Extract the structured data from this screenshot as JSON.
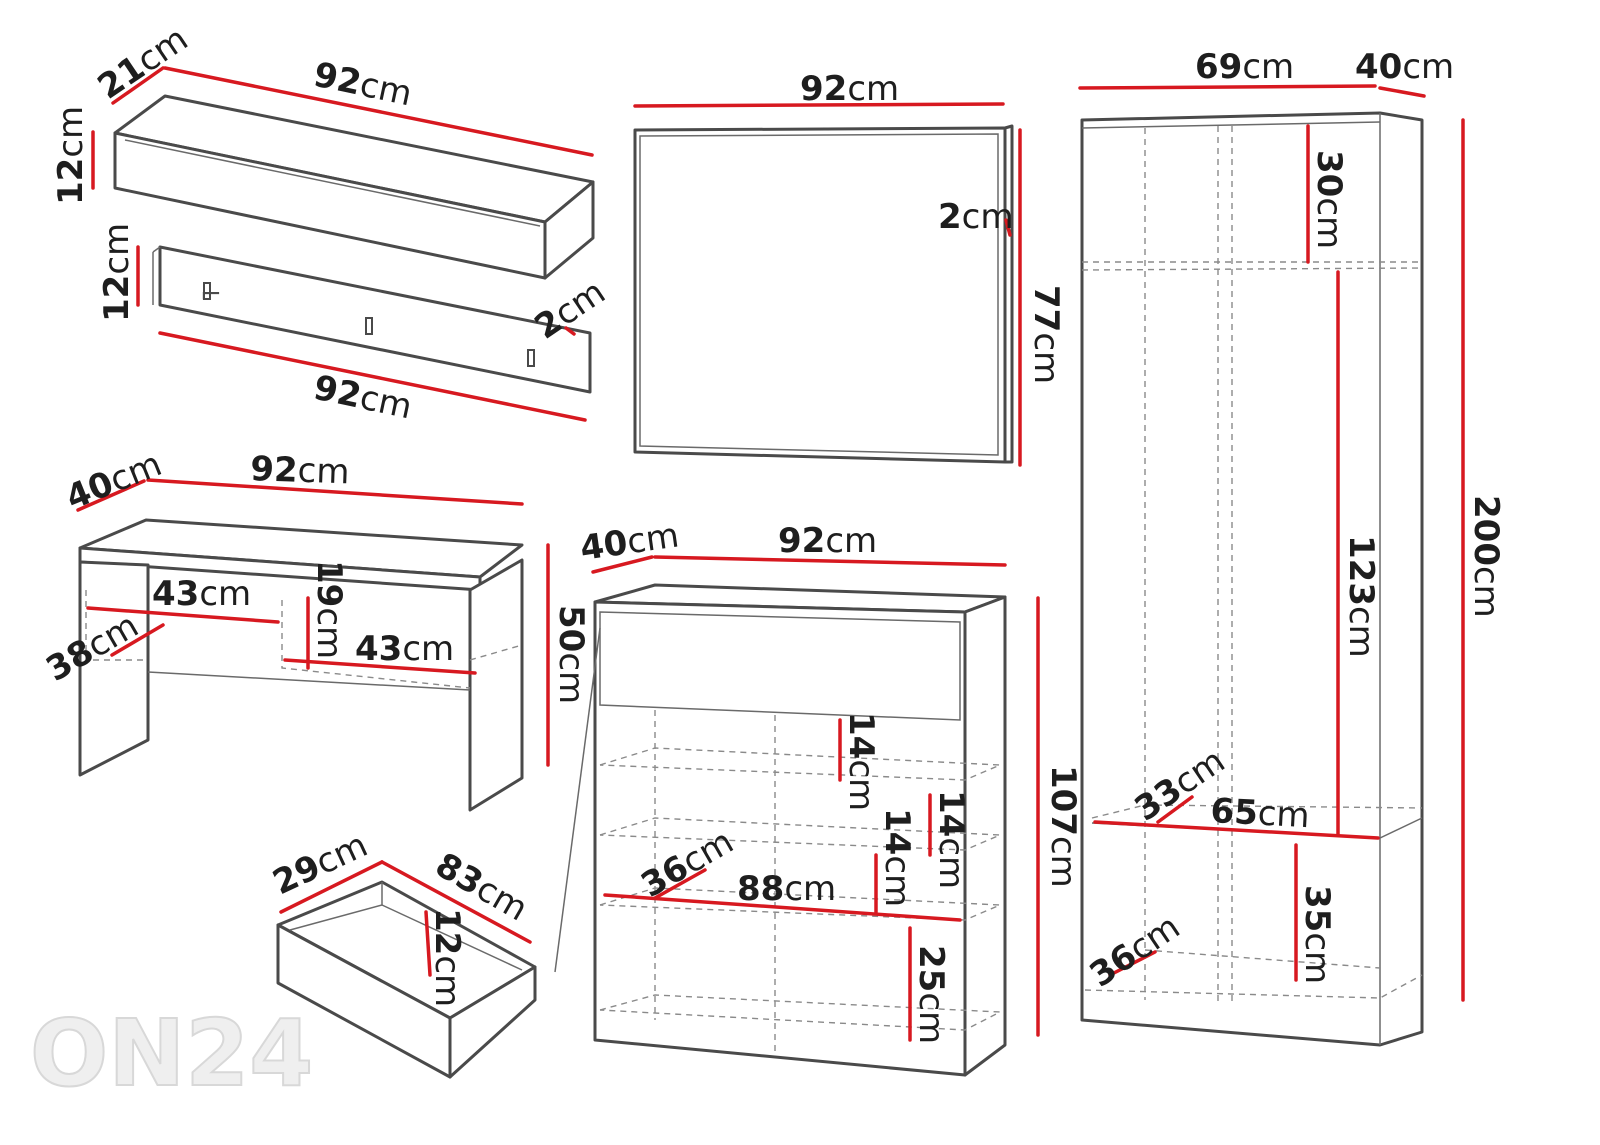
{
  "brand": {
    "watermark": "ON24"
  },
  "colors": {
    "dimension_line": "#d71920",
    "outline": "#4a4a4a",
    "text": "#1e1e1e"
  },
  "wall_shelf": {
    "width": "92",
    "depth": "21",
    "height": "12",
    "unit": "cm"
  },
  "coat_rack": {
    "width": "92",
    "height": "12",
    "thickness": "2",
    "unit": "cm"
  },
  "mirror": {
    "width": "92",
    "height": "77",
    "thickness": "2",
    "unit": "cm"
  },
  "wardrobe": {
    "width": "69",
    "depth": "40",
    "height": "200",
    "top_shelf": "30",
    "hanging": "123",
    "shelf_depth": "33",
    "inner_width": "65",
    "shoe_depth": "36",
    "shoe_height": "35",
    "unit": "cm"
  },
  "console": {
    "width": "92",
    "depth": "40",
    "height": "50",
    "drawer_width_left": "43",
    "drawer_depth": "38",
    "drawer_height": "19",
    "drawer_width_right": "43",
    "unit": "cm"
  },
  "shoe_cabinet": {
    "width": "92",
    "depth": "40",
    "height": "107",
    "inner_width": "88",
    "shelf_depth": "36",
    "gap_top": "14",
    "gap_right": "14",
    "gap_mid": "14",
    "gap_bottom": "25",
    "unit": "cm"
  },
  "drawer": {
    "depth": "29",
    "width": "83",
    "height": "12",
    "unit": "cm"
  }
}
